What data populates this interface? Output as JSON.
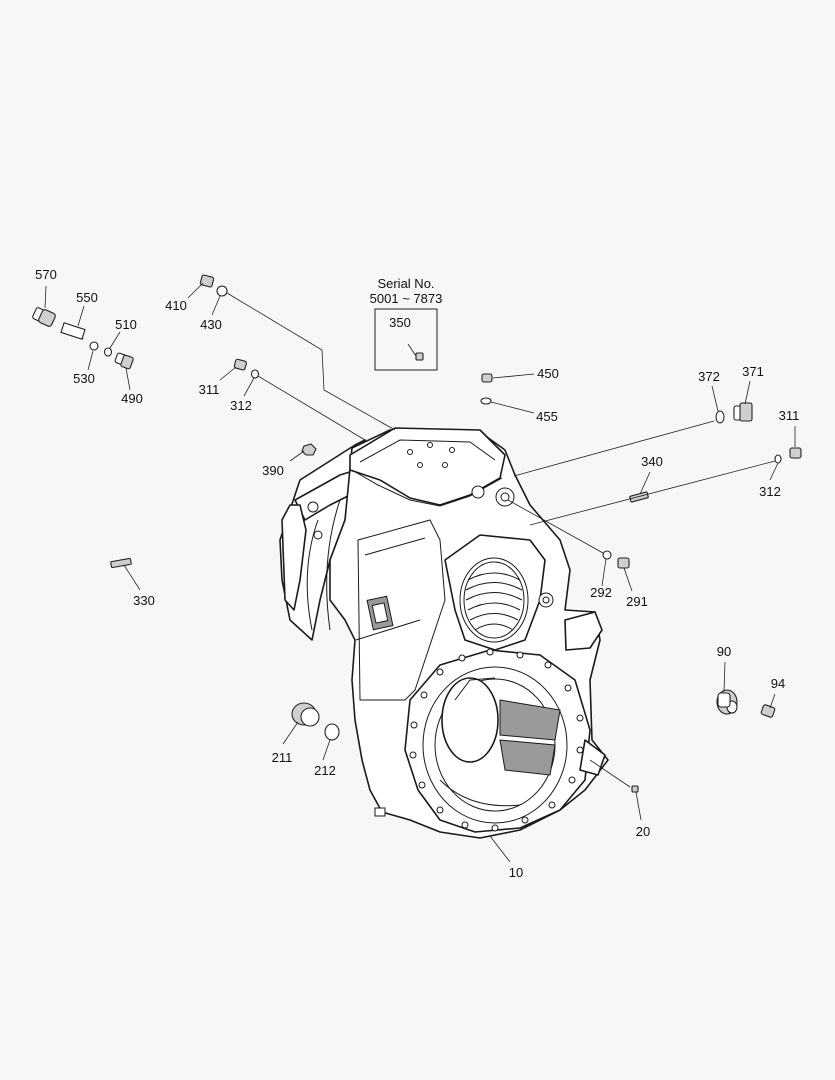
{
  "diagram": {
    "serial_box": {
      "title": "Serial No.",
      "range": "5001 ~ 7873",
      "part": "350"
    },
    "parts": [
      {
        "id": "p570",
        "label": "570"
      },
      {
        "id": "p550",
        "label": "550"
      },
      {
        "id": "p510",
        "label": "510"
      },
      {
        "id": "p530",
        "label": "530"
      },
      {
        "id": "p490",
        "label": "490"
      },
      {
        "id": "p410",
        "label": "410"
      },
      {
        "id": "p430",
        "label": "430"
      },
      {
        "id": "p311a",
        "label": "311"
      },
      {
        "id": "p312a",
        "label": "312"
      },
      {
        "id": "p390",
        "label": "390"
      },
      {
        "id": "p450",
        "label": "450"
      },
      {
        "id": "p455",
        "label": "455"
      },
      {
        "id": "p372",
        "label": "372"
      },
      {
        "id": "p371",
        "label": "371"
      },
      {
        "id": "p311b",
        "label": "311"
      },
      {
        "id": "p312b",
        "label": "312"
      },
      {
        "id": "p340",
        "label": "340"
      },
      {
        "id": "p292",
        "label": "292"
      },
      {
        "id": "p291",
        "label": "291"
      },
      {
        "id": "p330",
        "label": "330"
      },
      {
        "id": "p90",
        "label": "90"
      },
      {
        "id": "p94",
        "label": "94"
      },
      {
        "id": "p211",
        "label": "211"
      },
      {
        "id": "p212",
        "label": "212"
      },
      {
        "id": "p20",
        "label": "20"
      },
      {
        "id": "p10",
        "label": "10"
      }
    ]
  }
}
